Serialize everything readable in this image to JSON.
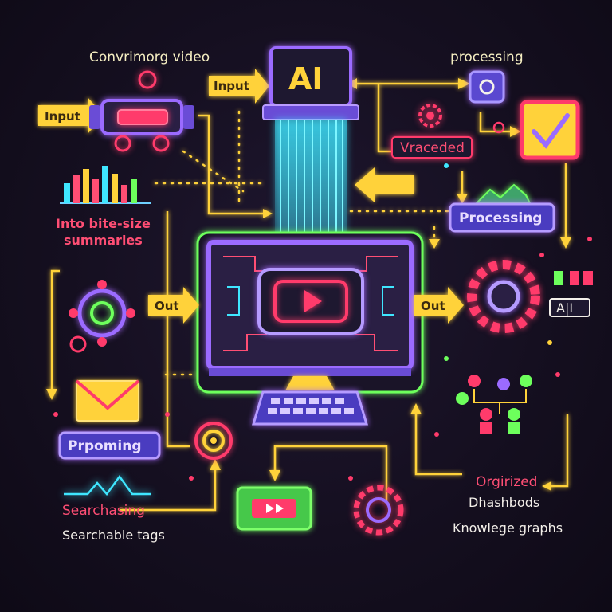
{
  "title": "Convrimorg video",
  "labels": {
    "processing_top": "processing",
    "input_left": "Input",
    "input_center": "Input",
    "ai": "AI",
    "vraceded": "Vraceded",
    "processing_box": "Processing",
    "summaries_line1": "Into bite-size",
    "summaries_line2": "summaries",
    "out_left": "Out",
    "out_right": "Out",
    "ai_badge": "A|I",
    "prpoming": "Prpoming",
    "searchasing": "Searchasing",
    "searchable_tags": "Searchable tags",
    "orgirized": "Orgirized",
    "dhashbods": "Dhashbods",
    "knowledge_graphs": "Knowlege graphs"
  },
  "colors": {
    "yellow": "#ffd23a",
    "red": "#ff3b6b",
    "purple": "#8a5cff",
    "cyan": "#3fe6ff",
    "green": "#6dff5c",
    "background": "#150f20"
  },
  "icons": [
    "play-icon",
    "gear-icon",
    "envelope-icon",
    "checkmark-icon",
    "bar-chart-icon",
    "ai-chip-icon",
    "monitor-icon",
    "keyboard-icon",
    "people-network-icon"
  ]
}
